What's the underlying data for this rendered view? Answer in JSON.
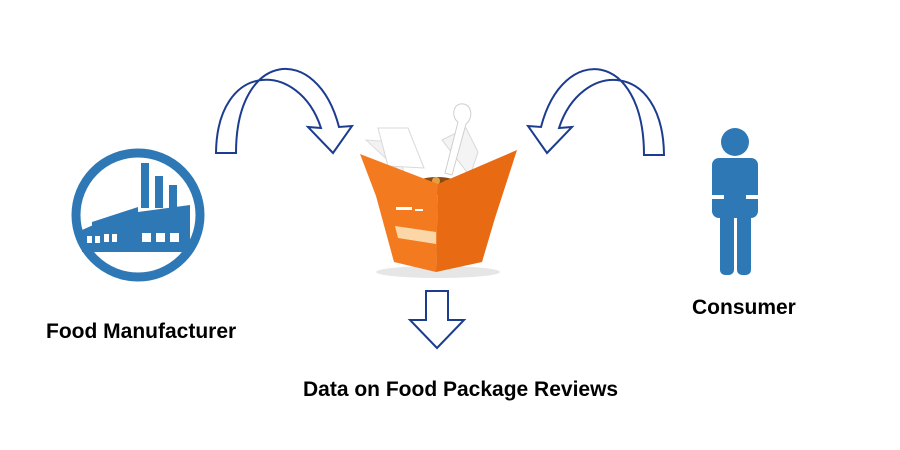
{
  "nodes": {
    "manufacturer": {
      "label": "Food Manufacturer",
      "icon": "factory-icon"
    },
    "package": {
      "label": "",
      "icon": "food-takeout-box-icon"
    },
    "consumer": {
      "label": "Consumer",
      "icon": "person-icon"
    }
  },
  "output": {
    "label": "Data on Food Package Reviews"
  },
  "arrows": [
    {
      "from": "manufacturer",
      "to": "package"
    },
    {
      "from": "consumer",
      "to": "package"
    },
    {
      "from": "package",
      "to": "output"
    }
  ],
  "colors": {
    "icon_blue": "#2e78b5",
    "arrow_outline": "#1c3d8f",
    "box_orange": "#f47a20",
    "text": "#000000"
  }
}
